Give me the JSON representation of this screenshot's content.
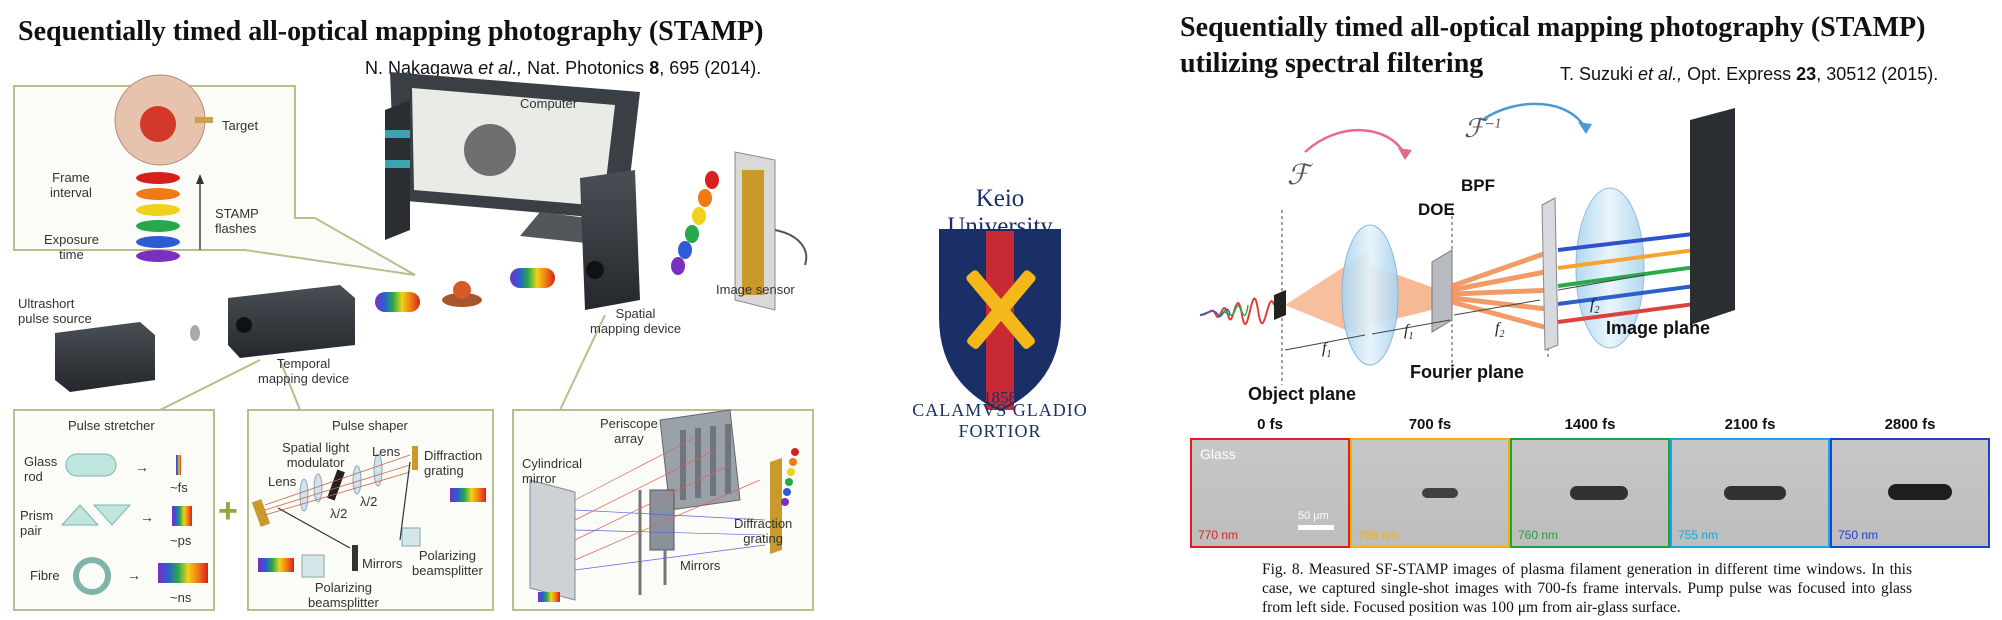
{
  "left_panel": {
    "title": "Sequentially timed all-optical mapping photography (STAMP)",
    "citation": {
      "authors": "N. Nakagawa",
      "etal": "et al.,",
      "journal": "Nat. Photonics",
      "volume": "8",
      "pages": ", 695 (2014)."
    },
    "labels": {
      "computer": "Computer",
      "target": "Target",
      "frame_interval_1": "Frame",
      "frame_interval_2": "interval",
      "exposure_1": "Exposure",
      "exposure_2": "time",
      "stamp_flashes_1": "STAMP",
      "stamp_flashes_2": "flashes",
      "image_sensor": "Image sensor",
      "ultrashort_1": "Ultrashort",
      "ultrashort_2": "pulse source",
      "temporal_1": "Temporal",
      "temporal_2": "mapping device",
      "spatial_1": "Spatial",
      "spatial_2": "mapping device"
    },
    "pulse_stretcher": {
      "title": "Pulse stretcher",
      "rows": [
        {
          "name_1": "Glass",
          "name_2": "rod",
          "result": "~fs"
        },
        {
          "name_1": "Prism",
          "name_2": "pair",
          "result": "~ps"
        },
        {
          "name_1": "Fibre",
          "name_2": "",
          "result": "~ns"
        }
      ]
    },
    "plus": "+",
    "pulse_shaper": {
      "title": "Pulse shaper",
      "slm_1": "Spatial light",
      "slm_2": "modulator",
      "lens_a": "Lens",
      "lens_b": "Lens",
      "half_wave_a": "λ/2",
      "half_wave_b": "λ/2",
      "diffraction_1": "Diffraction",
      "diffraction_2": "grating",
      "mirrors": "Mirrors",
      "pbs_a_1": "Polarizing",
      "pbs_a_2": "beamsplitter",
      "pbs_b_1": "Polarizing",
      "pbs_b_2": "beamsplitter"
    },
    "spatial_box": {
      "periscope_1": "Periscope",
      "periscope_2": "array",
      "cyl_1": "Cylindrical",
      "cyl_2": "mirror",
      "diffraction_1": "Diffraction",
      "diffraction_2": "grating",
      "mirrors": "Mirrors"
    }
  },
  "logo": {
    "name": "Keio University",
    "year": "1858",
    "motto": "CALAMVS GLADIO FORTIOR"
  },
  "right_panel": {
    "title_line1": "Sequentially timed all-optical mapping photography (STAMP)",
    "title_line2": "utilizing spectral filtering",
    "citation": {
      "authors": "T. Suzuki",
      "etal": "et al.,",
      "journal": "Opt. Express",
      "volume": "23",
      "pages": ", 30512 (2015)."
    },
    "diagram": {
      "doe": "DOE",
      "bpf": "BPF",
      "object_plane": "Object plane",
      "fourier_plane": "Fourier plane",
      "image_plane": "Image plane",
      "f_transform": "ℱ",
      "f_inverse": "ℱ",
      "f_inverse_sup": "−1",
      "f1a": "f",
      "f1a_sub": "1",
      "f1b": "f",
      "f1b_sub": "1",
      "f2a": "f",
      "f2a_sub": "2",
      "f2b": "f",
      "f2b_sub": "2"
    },
    "frames": [
      {
        "time": "0 fs",
        "wavelength": "770 nm",
        "color": "#e02020",
        "tag": "Glass",
        "scale": "50 μm"
      },
      {
        "time": "700 fs",
        "wavelength": "765 nm",
        "color": "#f0b400"
      },
      {
        "time": "1400 fs",
        "wavelength": "760 nm",
        "color": "#20a040"
      },
      {
        "time": "2100 fs",
        "wavelength": "755 nm",
        "color": "#18a8e0"
      },
      {
        "time": "2800 fs",
        "wavelength": "750 nm",
        "color": "#2040d0"
      }
    ],
    "caption": "Fig. 8. Measured SF-STAMP images of plasma filament generation in different time windows. In this case, we captured single-shot images with 700-fs frame intervals. Pump pulse was focused into glass from left side. Focused position was 100 μm from air-glass surface."
  }
}
